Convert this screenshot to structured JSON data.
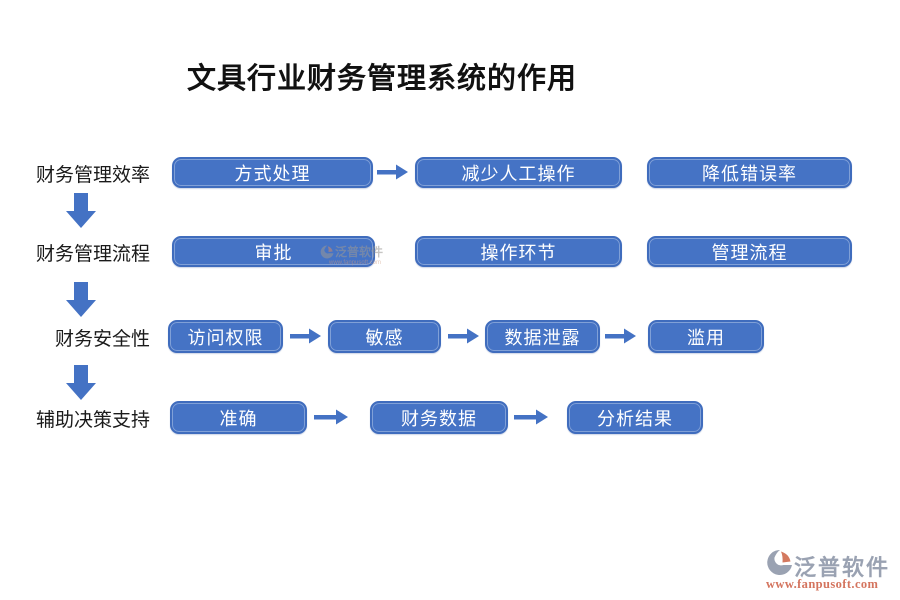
{
  "title": "文具行业财务管理系统的作用",
  "rows": [
    {
      "label": "财务管理效率",
      "boxes": [
        "方式处理",
        "减少人工操作",
        "降低错误率"
      ]
    },
    {
      "label": "财务管理流程",
      "boxes": [
        "审批",
        "操作环节",
        "管理流程"
      ]
    },
    {
      "label": "财务安全性",
      "boxes": [
        "访问权限",
        "敏感",
        "数据泄露",
        "滥用"
      ]
    },
    {
      "label": "辅助决策支持",
      "boxes": [
        "准确",
        "财务数据",
        "分析结果"
      ]
    }
  ],
  "watermark": {
    "text": "泛普软件",
    "url": "www.fanpusoft.com"
  },
  "brand": {
    "name": "泛普软件",
    "url": "www.fanpusoft.com"
  },
  "colors": {
    "box_fill": "#4573c5",
    "box_border": "#3f6cbd",
    "arrow": "#4472C4",
    "brand_name": "#9aa2b2",
    "brand_url": "#d4745e"
  }
}
